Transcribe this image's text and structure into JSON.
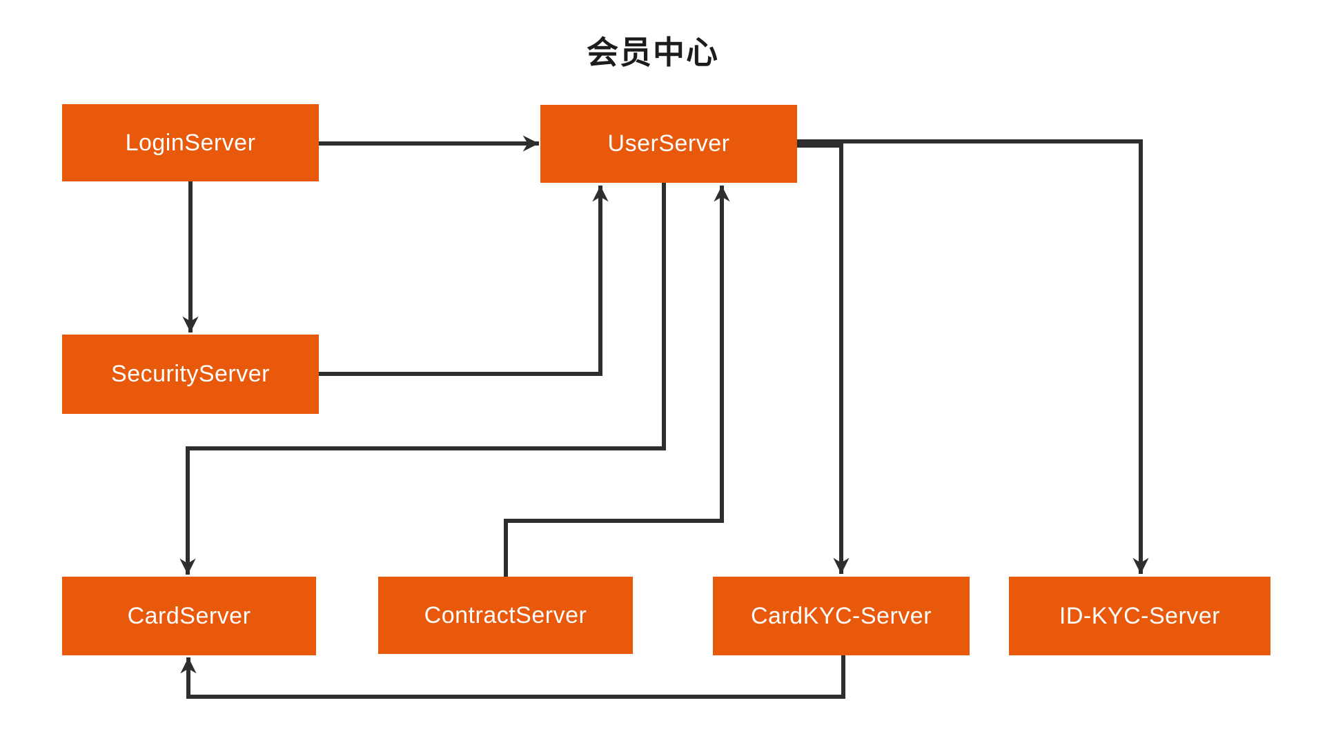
{
  "title": "会员中心",
  "colors": {
    "node_fill": "#e8590c",
    "node_text": "#ffffff",
    "edge": "#2e2e2e",
    "background": "#ffffff",
    "title_text": "#1c1c1c"
  },
  "nodes": [
    {
      "id": "login",
      "label": "LoginServer"
    },
    {
      "id": "user",
      "label": "UserServer"
    },
    {
      "id": "security",
      "label": "SecurityServer"
    },
    {
      "id": "card",
      "label": "CardServer"
    },
    {
      "id": "contract",
      "label": "ContractServer"
    },
    {
      "id": "cardkyc",
      "label": "CardKYC-Server"
    },
    {
      "id": "idkyc",
      "label": "ID-KYC-Server"
    }
  ],
  "edges": [
    {
      "from": "LoginServer",
      "to": "UserServer"
    },
    {
      "from": "LoginServer",
      "to": "SecurityServer"
    },
    {
      "from": "SecurityServer",
      "to": "UserServer"
    },
    {
      "from": "UserServer",
      "to": "CardServer"
    },
    {
      "from": "ContractServer",
      "to": "UserServer"
    },
    {
      "from": "UserServer",
      "to": "CardKYC-Server"
    },
    {
      "from": "UserServer",
      "to": "ID-KYC-Server"
    },
    {
      "from": "CardKYC-Server",
      "to": "CardServer"
    }
  ]
}
